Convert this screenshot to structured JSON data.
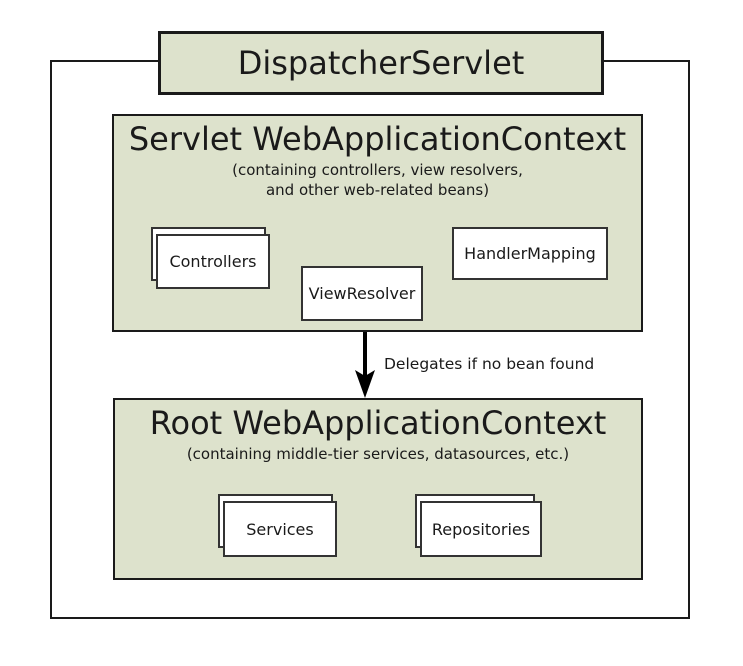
{
  "colors": {
    "context_fill": "#dde2cc",
    "bean_fill": "#ffffff",
    "border": "#1a1a1a",
    "bean_border": "#333333",
    "arrow": "#000000",
    "background": "#ffffff",
    "text": "#1a1a1a"
  },
  "dispatcher": {
    "label": "DispatcherServlet"
  },
  "servlet_context": {
    "title": "Servlet WebApplicationContext",
    "subtitle_line1": "(containing controllers, view resolvers,",
    "subtitle_line2": "and other web-related beans)",
    "beans": {
      "controllers": "Controllers",
      "view_resolver": "ViewResolver",
      "handler_mapping": "HandlerMapping"
    }
  },
  "arrow": {
    "label": "Delegates if no bean found"
  },
  "root_context": {
    "title": "Root WebApplicationContext",
    "subtitle": "(containing middle-tier services, datasources, etc.)",
    "beans": {
      "services": "Services",
      "repositories": "Repositories"
    }
  }
}
